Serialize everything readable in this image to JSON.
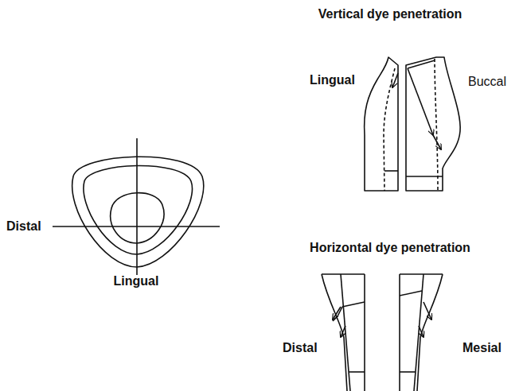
{
  "diagram": {
    "labels": [
      "Vertical dye penetration",
      "Lingual",
      "Buccal",
      "Distal",
      "Lingual",
      "Horizontal dye penetration",
      "Distal",
      "Mesial"
    ]
  }
}
